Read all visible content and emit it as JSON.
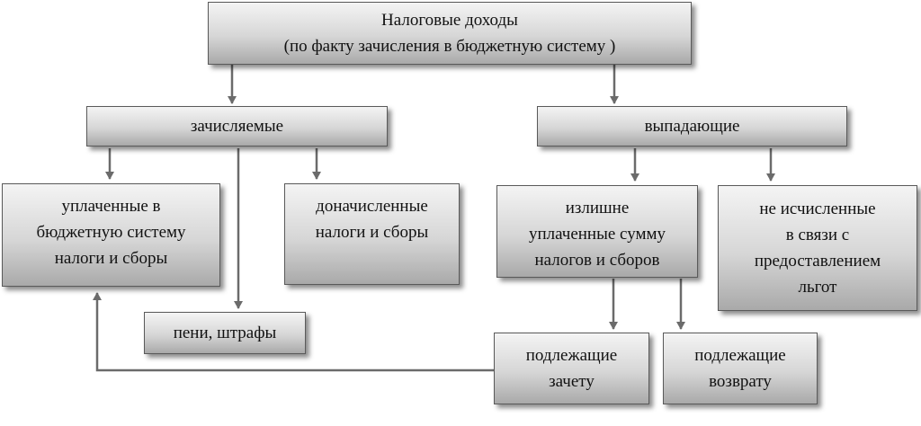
{
  "diagram": {
    "root": {
      "line1": "Налоговые доходы",
      "line2": "(по факту зачисления в бюджетную систему )"
    },
    "credited": "зачисляемые",
    "lost": "выпадающие",
    "paid": {
      "line1": "уплаченные в",
      "line2": "бюджетную систему",
      "line3": "налоги и сборы"
    },
    "additional": {
      "line1": "доначисленные",
      "line2": "налоги и сборы"
    },
    "penalties": "пени, штрафы",
    "overpaid": {
      "line1": "излишне",
      "line2": "уплаченные сумму",
      "line3": "налогов и сборов"
    },
    "not_calculated": {
      "line1": "не исчисленные",
      "line2": "в связи с",
      "line3": "предоставлением",
      "line4": "льгот"
    },
    "offset": {
      "line1": "подлежащие",
      "line2": "зачету"
    },
    "refund": {
      "line1": "подлежащие",
      "line2": "возврату"
    }
  },
  "colors": {
    "stroke": "#6b6b6b",
    "box_border": "#5a5a5a"
  }
}
